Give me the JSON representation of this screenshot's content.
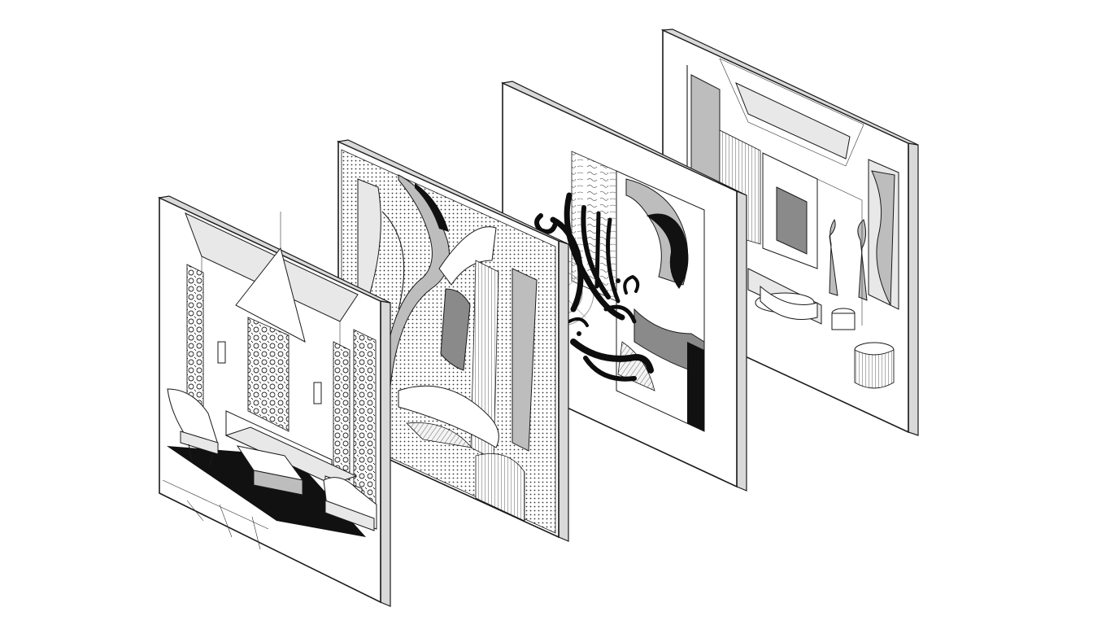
{
  "scene": {
    "panels": [
      {
        "id": "panel-1",
        "subject": "interior-lounge-sketch",
        "icon": "armchair-icon"
      },
      {
        "id": "panel-2",
        "subject": "abstract-curves-sketch",
        "icon": "abstract-shape-icon"
      },
      {
        "id": "panel-3",
        "subject": "arabic-calligraphy-sketch",
        "icon": "calligraphy-icon"
      },
      {
        "id": "panel-4",
        "subject": "interior-gallery-sketch",
        "icon": "sculpture-icon"
      }
    ],
    "colors": {
      "background": "#ffffff",
      "ink": "#1a1a1a",
      "mid_grey": "#8a8a8a",
      "light_grey": "#e8e8e8"
    }
  }
}
